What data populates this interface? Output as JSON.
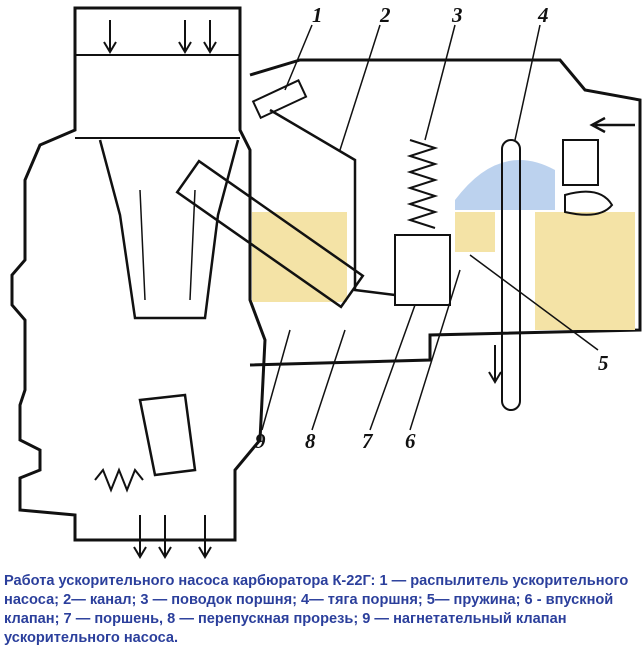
{
  "callouts": [
    {
      "num": "1",
      "part": "распылитель ускорительного насоса"
    },
    {
      "num": "2",
      "part": "канал"
    },
    {
      "num": "3",
      "part": "поводок поршня"
    },
    {
      "num": "4",
      "part": "тяга поршня"
    },
    {
      "num": "5",
      "part": "пружина"
    },
    {
      "num": "6",
      "part": "впускной клапан"
    },
    {
      "num": "7",
      "part": "поршень"
    },
    {
      "num": "8",
      "part": "перепускная прорезь"
    },
    {
      "num": "9",
      "part": "нагнетательный клапан ускорительного насоса"
    }
  ],
  "caption": "Работа ускорительного насоса карбюратора К-22Г: 1 — распылитель ускорительного насоса; 2— канал; 3 — поводок поршня; 4— тяга поршня; 5— пружина; 6 - впускной клапан; 7 — поршень, 8 — перепускная прорезь; 9 — нагнетательный клапан ускорительного насоса.",
  "colors": {
    "fuel": "#f4e3a6",
    "air_bubble": "#bcd2ee",
    "caption_text": "#2b3f9c",
    "line": "#111111"
  }
}
